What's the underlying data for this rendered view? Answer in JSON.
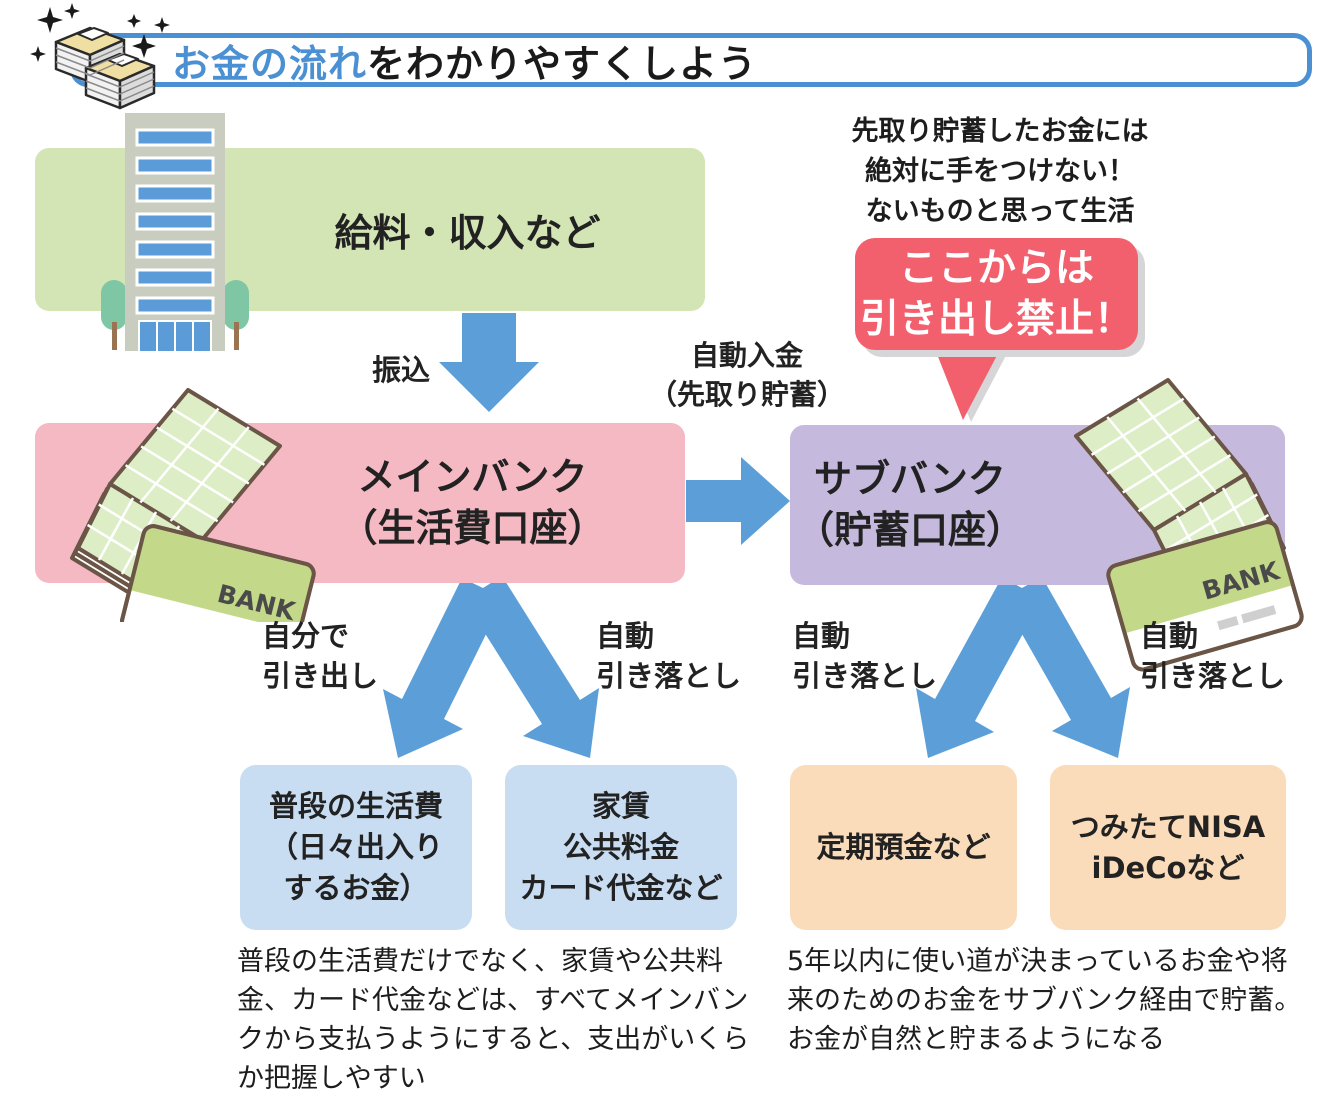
{
  "header": {
    "title_highlight": "お金の流れ",
    "title_rest": "をわかりやすくしよう"
  },
  "icons": {
    "title": "banknote-stacks-icon",
    "income": "office-building-icon",
    "main_bank": "bankbook-and-card-icon",
    "sub_bank": "bankbook-and-card-icon"
  },
  "income": {
    "label": "給料・収入など"
  },
  "flow_labels": {
    "transfer": "振込",
    "auto_deposit_line1": "自動入金",
    "auto_deposit_line2": "（先取り貯蓄）"
  },
  "note": {
    "line1": "先取り貯蓄したお金には",
    "line2": "絶対に手をつけない！",
    "line3": "ないものと思って生活"
  },
  "bubble": {
    "line1": "ここからは",
    "line2": "引き出し禁止！"
  },
  "main_bank": {
    "line1": "メインバンク",
    "line2": "（生活費口座）",
    "card_label": "BANK"
  },
  "sub_bank": {
    "line1": "サブバンク",
    "line2": "（貯蓄口座）",
    "card_label": "BANK"
  },
  "branches": [
    {
      "line1": "自分で",
      "line2": "引き出し"
    },
    {
      "line1": "自動",
      "line2": "引き落とし"
    },
    {
      "line1": "自動",
      "line2": "引き落とし"
    },
    {
      "line1": "自動",
      "line2": "引き落とし"
    }
  ],
  "expense_boxes": [
    {
      "lines": [
        "普段の生活費",
        "（日々出入り",
        "するお金）"
      ]
    },
    {
      "lines": [
        "家賃",
        "公共料金",
        "カード代金など"
      ]
    }
  ],
  "savings_boxes": [
    {
      "lines": [
        "定期預金など"
      ]
    },
    {
      "lines": [
        "つみたてNISA",
        "iDeCoなど"
      ]
    }
  ],
  "captions": {
    "main": "普段の生活費だけでなく、家賃や公共料金、カード代金などは、すべてメインバンクから支払うようにすると、支出がいくらか把握しやすい",
    "sub": "5年以内に使い道が決まっているお金や将来のためのお金をサブバンク経由で貯蓄。お金が自然と貯まるようになる"
  },
  "colors": {
    "accent_blue": "#4a90d2",
    "arrow_blue": "#5c9fd8",
    "income_green": "#d3e5b4",
    "main_bank_pink": "#f5b9c4",
    "sub_bank_purple": "#c5badd",
    "expense_blue": "#c8dcf2",
    "savings_peach": "#fbdcba",
    "bubble_red": "#f2606e"
  }
}
